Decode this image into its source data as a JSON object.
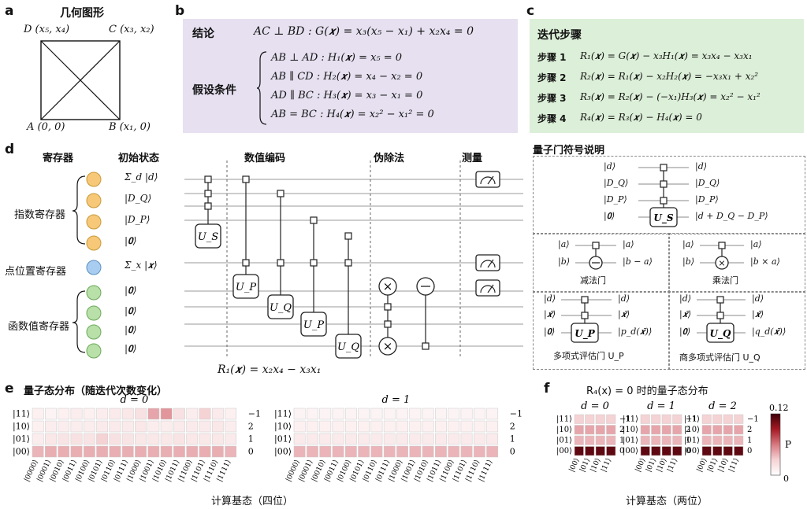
{
  "panel_a": {
    "label": "a",
    "title": "几何图形",
    "pt_D": "D (x₅, x₄)",
    "pt_C": "C (x₃, x₂)",
    "pt_A": "A (0, 0)",
    "pt_B": "B (x₁, 0)"
  },
  "panel_b": {
    "label": "b",
    "conclusion_key": "结论",
    "conclusion": "AC ⊥ BD : G(𝒙) = x₃(x₅ − x₁) + x₂x₄ = 0",
    "hyp_key": "假设条件",
    "hypotheses": [
      "AB ⊥ AD : H₁(𝒙) = x₅ = 0",
      "AB ∥ CD : H₂(𝒙) = x₄ − x₂ = 0",
      "AD ∥ BC : H₃(𝒙) = x₃ − x₁ = 0",
      "AB = BC : H₄(𝒙) = x₂² − x₁² = 0"
    ]
  },
  "panel_c": {
    "label": "c",
    "title": "迭代步骤",
    "steps": [
      {
        "k": "步骤 1",
        "v": "R₁(𝒙) = G(𝒙) − x₃H₁(𝒙) = x₃x₄ − x₃x₁"
      },
      {
        "k": "步骤 2",
        "v": "R₂(𝒙) = R₁(𝒙) − x₂H₂(𝒙) = −x₃x₁ + x₂²"
      },
      {
        "k": "步骤 3",
        "v": "R₃(𝒙) = R₂(𝒙) − (−x₁)H₃(𝒙) = x₂² − x₁²"
      },
      {
        "k": "步骤 4",
        "v": "R₄(𝒙) = R₃(𝒙) − H₄(𝒙) = 0"
      }
    ]
  },
  "panel_d": {
    "label": "d",
    "col_reg": "寄存器",
    "col_init": "初始状态",
    "reg_index": "指数寄存器",
    "reg_point": "点位置寄存器",
    "reg_func": "函数值寄存器",
    "init_states": [
      "Σ_d |d⟩",
      "|D_Q⟩",
      "|D_P⟩",
      "|𝟎⟩",
      "Σ_x |𝒙⟩",
      "|𝟎⟩",
      "|𝟎⟩",
      "|𝟎⟩",
      "|𝟎⟩"
    ],
    "sec_encode": "数值编码",
    "sec_pseudo": "伪除法",
    "sec_measure": "测量",
    "gate_US": "U_S",
    "gate_UP": "U_P",
    "gate_UQ": "U_Q",
    "formula": "R₁(𝒙) = x₂x₄ − x₃x₁"
  },
  "legend": {
    "title": "量子门符号说明",
    "us_in": [
      "|d⟩",
      "|D_Q⟩",
      "|D_P⟩",
      "|𝟎⟩"
    ],
    "us_out": [
      "|d⟩",
      "|D_Q⟩",
      "|D_P⟩",
      "|d + D_Q − D_P⟩"
    ],
    "sub_in": [
      "|a⟩",
      "|b⟩"
    ],
    "sub_out": [
      "|a⟩",
      "|b − a⟩"
    ],
    "sub_cap": "减法门",
    "mul_in": [
      "|a⟩",
      "|b⟩"
    ],
    "mul_out": [
      "|a⟩",
      "|b × a⟩"
    ],
    "mul_cap": "乘法门",
    "up_in": [
      "|d⟩",
      "|𝒙̄⟩",
      "|𝟎⟩"
    ],
    "up_out": [
      "|d⟩",
      "|𝒙̄⟩",
      "|p_d(𝒙̄)⟩"
    ],
    "up_cap": "多项式评估门 U_P",
    "uq_in": [
      "|d⟩",
      "|𝒙̄⟩",
      "|𝟎⟩"
    ],
    "uq_out": [
      "|d⟩",
      "|𝒙̄⟩",
      "|q_d(𝒙̄)⟩"
    ],
    "uq_cap": "商多项式评估门 U_Q"
  },
  "panel_e": {
    "label": "e",
    "title": "量子态分布（随迭代次数变化）",
    "xlabel": "计算基态（四位）"
  },
  "panel_f": {
    "label": "f",
    "title": "R₄(x) = 0 时的量子态分布",
    "xlabel": "计算基态（两位）",
    "colorbar_label": "P",
    "colorbar_max": "0.12",
    "colorbar_min": "0"
  },
  "chart_data": [
    {
      "type": "heatmap",
      "title": "d = 0",
      "x": [
        "|0000⟩",
        "|0001⟩",
        "|0010⟩",
        "|0011⟩",
        "|0100⟩",
        "|0101⟩",
        "|0110⟩",
        "|0111⟩",
        "|1000⟩",
        "|1001⟩",
        "|1010⟩",
        "|1011⟩",
        "|1100⟩",
        "|1101⟩",
        "|1110⟩",
        "|1111⟩"
      ],
      "y": [
        "|11⟩",
        "|10⟩",
        "|01⟩",
        "|00⟩"
      ],
      "right_labels": [
        "−1",
        "2",
        "1",
        "0"
      ],
      "values": [
        [
          0.01,
          0.008,
          0.01,
          0.012,
          0.01,
          0.012,
          0.014,
          0.016,
          0.02,
          0.045,
          0.05,
          0.02,
          0.012,
          0.03,
          0.014,
          0.01
        ],
        [
          0.01,
          0.012,
          0.012,
          0.012,
          0.012,
          0.014,
          0.014,
          0.014,
          0.016,
          0.012,
          0.012,
          0.014,
          0.014,
          0.014,
          0.016,
          0.012
        ],
        [
          0.012,
          0.016,
          0.018,
          0.02,
          0.018,
          0.03,
          0.02,
          0.018,
          0.016,
          0.016,
          0.016,
          0.018,
          0.016,
          0.016,
          0.016,
          0.014
        ],
        [
          0.04,
          0.042,
          0.042,
          0.042,
          0.042,
          0.042,
          0.042,
          0.042,
          0.042,
          0.042,
          0.042,
          0.042,
          0.042,
          0.042,
          0.042,
          0.04
        ]
      ],
      "zlim": [
        0,
        0.12
      ]
    },
    {
      "type": "heatmap",
      "title": "d = 1",
      "x": [
        "|0000⟩",
        "|0001⟩",
        "|0010⟩",
        "|0011⟩",
        "|0100⟩",
        "|0101⟩",
        "|0110⟩",
        "|0111⟩",
        "|1000⟩",
        "|1001⟩",
        "|1010⟩",
        "|1011⟩",
        "|1100⟩",
        "|1101⟩",
        "|1110⟩",
        "|1111⟩"
      ],
      "y": [
        "|11⟩",
        "|10⟩",
        "|01⟩",
        "|00⟩"
      ],
      "right_labels": [
        "−1",
        "2",
        "1",
        "0"
      ],
      "values": [
        [
          0.008,
          0.008,
          0.008,
          0.008,
          0.008,
          0.008,
          0.008,
          0.008,
          0.008,
          0.008,
          0.008,
          0.008,
          0.008,
          0.008,
          0.008,
          0.008
        ],
        [
          0.01,
          0.01,
          0.01,
          0.01,
          0.01,
          0.01,
          0.01,
          0.01,
          0.01,
          0.01,
          0.01,
          0.01,
          0.01,
          0.01,
          0.01,
          0.01
        ],
        [
          0.014,
          0.014,
          0.014,
          0.014,
          0.014,
          0.014,
          0.014,
          0.014,
          0.014,
          0.014,
          0.014,
          0.014,
          0.014,
          0.014,
          0.014,
          0.014
        ],
        [
          0.04,
          0.04,
          0.04,
          0.04,
          0.04,
          0.04,
          0.04,
          0.04,
          0.04,
          0.04,
          0.04,
          0.04,
          0.04,
          0.04,
          0.04,
          0.04
        ]
      ],
      "zlim": [
        0,
        0.12
      ]
    },
    {
      "type": "heatmap",
      "title": "d = 0",
      "x": [
        "|00⟩",
        "|01⟩",
        "|10⟩",
        "|11⟩"
      ],
      "y": [
        "|11⟩",
        "|10⟩",
        "|01⟩",
        "|00⟩"
      ],
      "right_labels": [
        "−1",
        "2",
        "1",
        "0"
      ],
      "values": [
        [
          0.03,
          0.03,
          0.03,
          0.03
        ],
        [
          0.045,
          0.045,
          0.045,
          0.045
        ],
        [
          0.04,
          0.04,
          0.04,
          0.04
        ],
        [
          0.11,
          0.11,
          0.11,
          0.11
        ]
      ],
      "zlim": [
        0,
        0.12
      ]
    },
    {
      "type": "heatmap",
      "title": "d = 1",
      "x": [
        "|00⟩",
        "|01⟩",
        "|10⟩",
        "|11⟩"
      ],
      "y": [
        "|11⟩",
        "|10⟩",
        "|01⟩",
        "|00⟩"
      ],
      "right_labels": [
        "−1",
        "2",
        "1",
        "0"
      ],
      "values": [
        [
          0.03,
          0.03,
          0.03,
          0.03
        ],
        [
          0.045,
          0.045,
          0.045,
          0.045
        ],
        [
          0.04,
          0.04,
          0.04,
          0.04
        ],
        [
          0.11,
          0.11,
          0.11,
          0.11
        ]
      ],
      "zlim": [
        0,
        0.12
      ]
    },
    {
      "type": "heatmap",
      "title": "d = 2",
      "x": [
        "|00⟩",
        "|01⟩",
        "|10⟩",
        "|11⟩"
      ],
      "y": [
        "|11⟩",
        "|10⟩",
        "|01⟩",
        "|00⟩"
      ],
      "right_labels": [
        "−1",
        "2",
        "1",
        "0"
      ],
      "values": [
        [
          0.03,
          0.03,
          0.03,
          0.03
        ],
        [
          0.045,
          0.045,
          0.045,
          0.045
        ],
        [
          0.04,
          0.04,
          0.04,
          0.04
        ],
        [
          0.11,
          0.11,
          0.11,
          0.11
        ]
      ],
      "zlim": [
        0,
        0.12
      ]
    }
  ]
}
